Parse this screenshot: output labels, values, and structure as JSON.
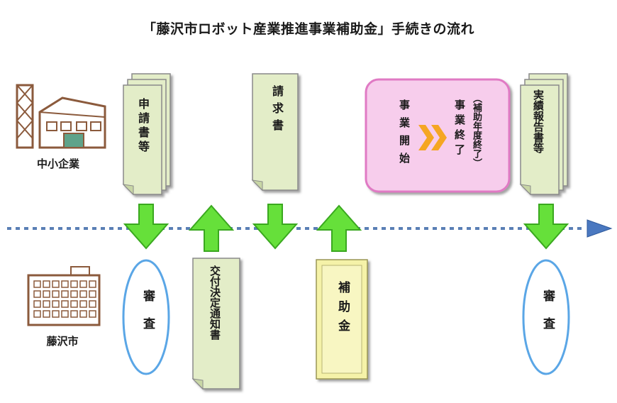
{
  "title": "「藤沢市ロボット産業推進事業補助金」手続きの流れ",
  "actors": {
    "company": "中小企業",
    "city": "藤沢市"
  },
  "documents": {
    "application": "申請書等",
    "invoice": "請求書",
    "decision_notice": "交付決定通知書",
    "subsidy": "補助金",
    "report": "実績報告書等"
  },
  "project_period": {
    "start": "事業開始",
    "end": "事業終了",
    "end_note": "（補助年度終了）"
  },
  "review_label": "審査",
  "colors": {
    "doc_fill": "#e3edc8",
    "doc_border": "#8a8a8a",
    "arrow_fill": "#66e03a",
    "arrow_border": "#3aa81f",
    "timeline": "#5a7fb5",
    "timeline_head": "#4a78c0",
    "review_border": "#5aa6e6",
    "project_fill": "#f7cdec",
    "project_border": "#e07ac4",
    "chevron": "#f5a623",
    "subsidy_fill": "#f5f2a8",
    "building_brown": "#8b5a3c"
  }
}
